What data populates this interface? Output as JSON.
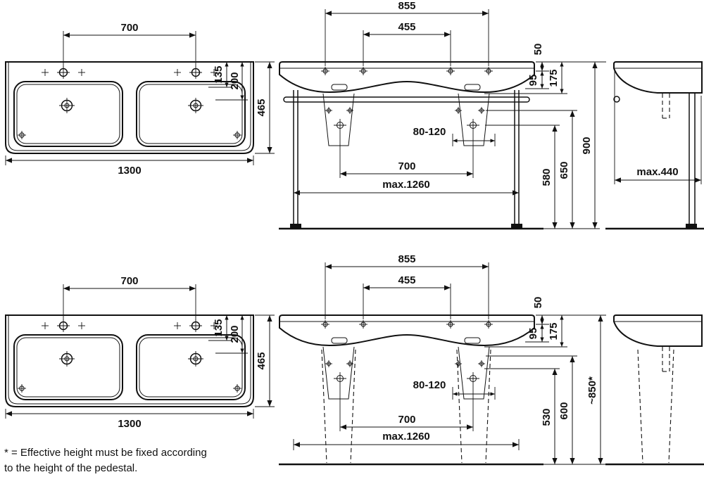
{
  "plan": {
    "w700": "700",
    "w1300": "1300",
    "d135": "135",
    "d200": "200",
    "d465": "465"
  },
  "front": {
    "w855": "855",
    "w455": "455",
    "h50": "50",
    "h95": "95",
    "h175": "175",
    "drain": "80-120",
    "w700": "700",
    "wmax": "max.1260"
  },
  "front_top": {
    "h580": "580",
    "h650": "650",
    "h900": "900"
  },
  "front_bottom": {
    "h530": "530",
    "h600": "600",
    "h850": "~850*"
  },
  "side_top": {
    "dmax": "max.440"
  },
  "footnote": {
    "line1": "* = Effective height must be fixed according",
    "line2": "to the height of the pedestal."
  }
}
